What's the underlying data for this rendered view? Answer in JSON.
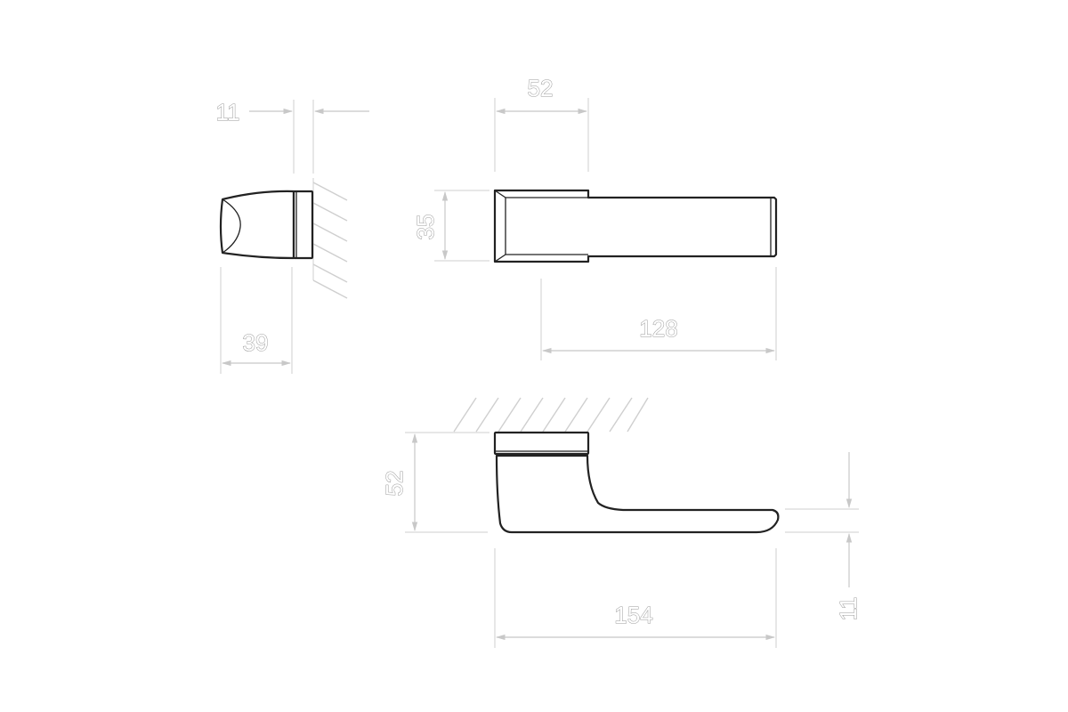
{
  "dimensions": {
    "rose_depth": "11",
    "rose_width": "39",
    "rose_diameter": "52",
    "lever_thickness": "35",
    "lever_length": "128",
    "overall_projection": "52",
    "overall_length": "154",
    "lever_end_thickness": "11"
  },
  "colors": {
    "outline": "#222222",
    "dimension": "#c8c8c8",
    "background": "#ffffff"
  }
}
